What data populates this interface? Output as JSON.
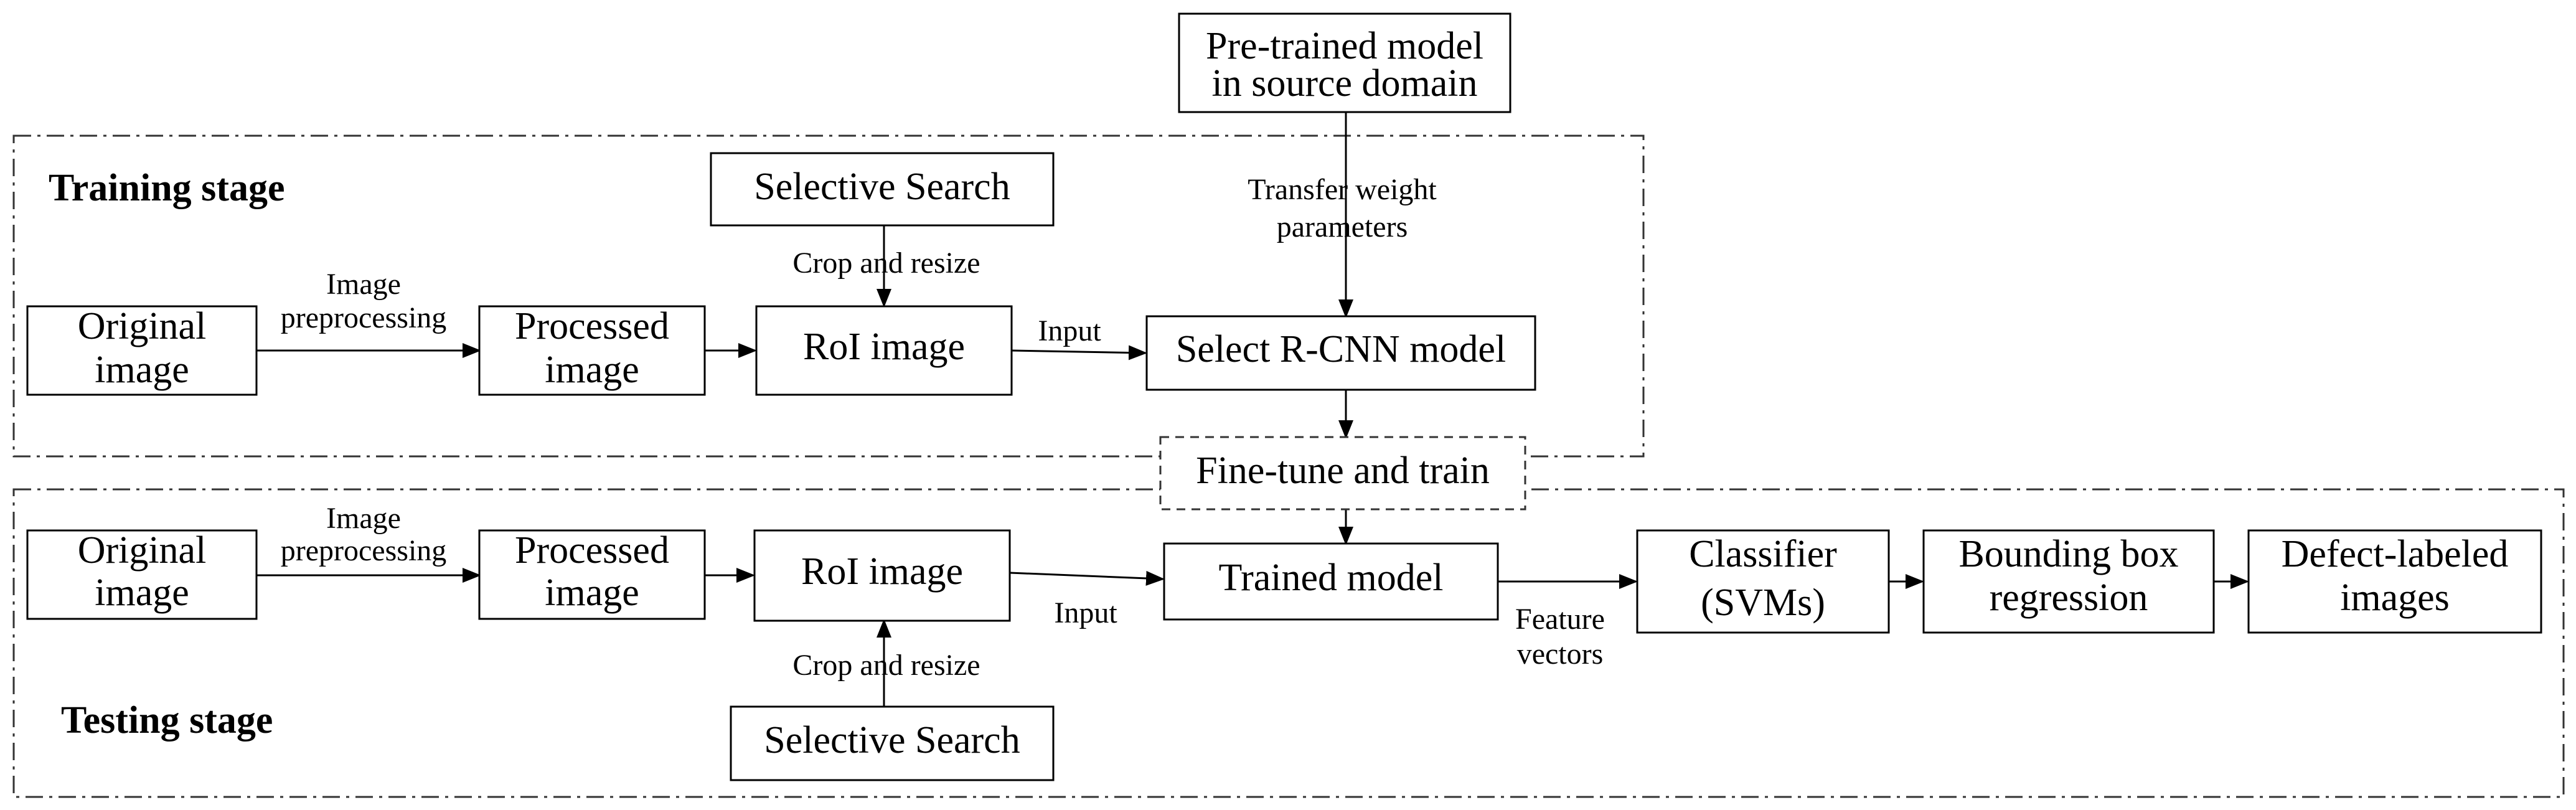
{
  "nodes": {
    "pretrained": {
      "line1": "Pre-trained model",
      "line2": "in source domain"
    },
    "train_selective_search": "Selective Search",
    "train_original": {
      "line1": "Original",
      "line2": "image"
    },
    "train_processed": {
      "line1": "Processed",
      "line2": "image"
    },
    "train_roi": "RoI image",
    "select_rcnn": "Select R-CNN model",
    "finetune": "Fine-tune and train",
    "test_original": {
      "line1": "Original",
      "line2": "image"
    },
    "test_processed": {
      "line1": "Processed",
      "line2": "image"
    },
    "test_roi": "RoI image",
    "trained_model": "Trained model",
    "classifier": {
      "line1": "Classifier",
      "line2": "(SVMs)"
    },
    "bbox_regression": {
      "line1": "Bounding box",
      "line2": "regression"
    },
    "defect_labeled": {
      "line1": "Defect-labeled",
      "line2": "images"
    },
    "test_selective_search": "Selective Search"
  },
  "edge_labels": {
    "train_preproc": {
      "line1": "Image",
      "line2": "preprocessing"
    },
    "train_crop": "Crop and resize",
    "train_input": "Input",
    "transfer": {
      "line1": "Transfer weight",
      "line2": "parameters"
    },
    "test_preproc": {
      "line1": "Image",
      "line2": "preprocessing"
    },
    "test_input": "Input",
    "test_crop": "Crop and resize",
    "feature": {
      "line1": "Feature",
      "line2": "vectors"
    }
  },
  "stages": {
    "training": "Training stage",
    "testing": "Testing stage"
  }
}
